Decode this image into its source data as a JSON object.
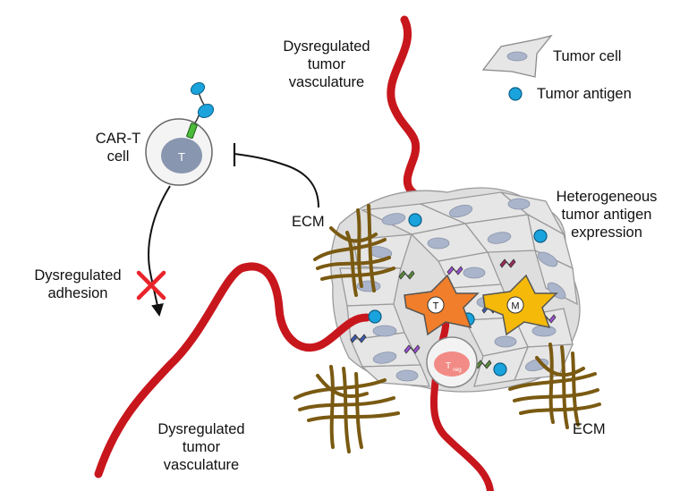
{
  "labels": {
    "vasc_top": [
      "Dysregulated",
      "tumor",
      "vasculature"
    ],
    "vasc_bottom": [
      "Dysregulated",
      "tumor",
      "vasculature"
    ],
    "cart": [
      "CAR-T",
      "cell"
    ],
    "adhesion": [
      "Dysregulated",
      "adhesion"
    ],
    "ecm_left": "ECM",
    "ecm_right": "ECM",
    "heterogeneous": [
      "Heterogeneous",
      "tumor antigen",
      "expression"
    ]
  },
  "cell_letters": {
    "cart_t": "T",
    "tcell": "T",
    "macrophage": "M",
    "treg_main": "T",
    "treg_sub": "reg"
  },
  "legend": {
    "tumor_cell": "Tumor cell",
    "tumor_antigen": "Tumor antigen"
  },
  "colors": {
    "vessel": "#c8161d",
    "ecm": "#7a5a12",
    "antigen": "#1aa3dc",
    "tumor_cell_fill": "#e8e8e8",
    "nucleus": "#aab5cc",
    "tcell": "#f07e2a",
    "macrophage": "#f5b90a",
    "treg": "#f28b85",
    "inhibit_x": "#e8232a"
  },
  "icons": [
    "tumor-cell-icon",
    "tumor-antigen-icon",
    "car-receptor-icon",
    "inhibition-bar-icon",
    "block-x-icon",
    "checkpoint-ligand-icon"
  ]
}
